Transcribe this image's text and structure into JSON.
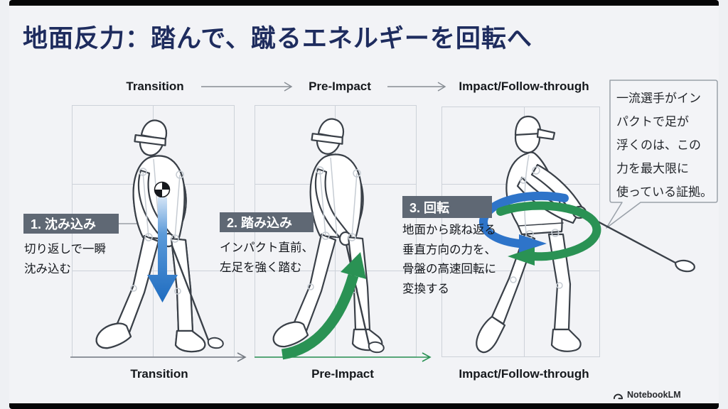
{
  "slide": {
    "title": "地面反力：踏んで、蹴るエネルギーを回転へ"
  },
  "phases": {
    "top": [
      "Transition",
      "Pre-Impact",
      "Impact/Follow-through"
    ],
    "bottom": [
      "Transition",
      "Pre-Impact",
      "Impact/Follow-through"
    ]
  },
  "steps": [
    {
      "badge": "1. 沈み込み",
      "desc": "切り返しで一瞬\n沈み込む"
    },
    {
      "badge": "2. 踏み込み",
      "desc": "インパクト直前、\n左足を強く踏む"
    },
    {
      "badge": "3. 回転",
      "desc": "地面から跳ね返る\n垂直方向の力を、\n骨盤の高速回転に\n変換する"
    }
  ],
  "callout": {
    "text": "一流選手がイン\nパクトで足が\n浮くのは、この\n力を最大限に\n使っている証拠。"
  },
  "watermark": {
    "label": "NotebookLM"
  },
  "colors": {
    "title_navy": "#1e2c5e",
    "badge_bg": "#5f6874",
    "badge_text": "#ffffff",
    "force_down_blue": "#2b77cd",
    "force_up_green": "#2a9254",
    "figure_outline": "#3a4048",
    "grid_line": "#cdd2d9",
    "body_text": "#16191e",
    "letterbox": "#060607"
  }
}
